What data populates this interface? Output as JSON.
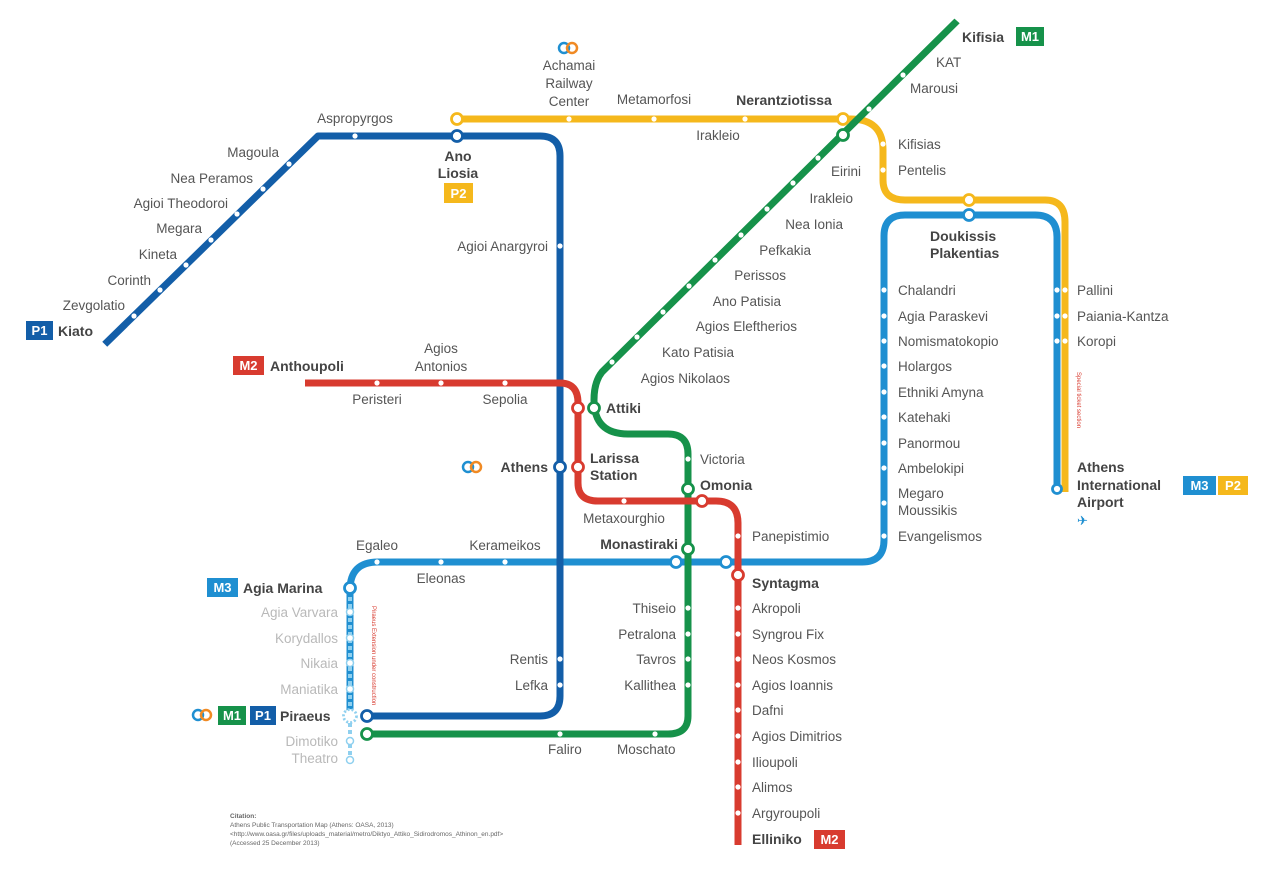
{
  "colors": {
    "m1_green": "#16924a",
    "m2_red": "#d83b2f",
    "m3_blue": "#1f8fd1",
    "p1_navy": "#135ea8",
    "yellow": "#f5b81c"
  },
  "badges": {
    "m1": "M1",
    "m2": "M2",
    "m3": "M3",
    "p1": "P1",
    "p2": "P2"
  },
  "icons": {
    "railway": "ose-railway-logo-icon",
    "airport": "airplane-icon"
  },
  "stations": {
    "kifisia": "Kifisia",
    "kat": "KAT",
    "marousi": "Marousi",
    "nerantziotissa": "Nerantziotissa",
    "irakleio_p": "Irakleio",
    "metamorfosi": "Metamorfosi",
    "achamai_1": "Achamai",
    "achamai_2": "Railway",
    "achamai_3": "Center",
    "aspropyrgos": "Aspropyrgos",
    "magoula": "Magoula",
    "nea_peramos": "Nea Peramos",
    "agioi_theodoroi": "Agioi Theodoroi",
    "megara": "Megara",
    "kineta": "Kineta",
    "corinth": "Corinth",
    "zevgolatio": "Zevgolatio",
    "kiato": "Kiato",
    "ano_liosia_1": "Ano",
    "ano_liosia_2": "Liosia",
    "agioi_anargyroi": "Agioi Anargyroi",
    "kifisias": "Kifisias",
    "pentelis": "Pentelis",
    "eirini": "Eirini",
    "irakleio": "Irakleio",
    "nea_ionia": "Nea Ionia",
    "pefkakia": "Pefkakia",
    "perissos": "Perissos",
    "ano_patisia": "Ano Patisia",
    "agios_eleftherios": "Agios Eleftherios",
    "kato_patisia": "Kato Patisia",
    "agios_nikolaos": "Agios Nikolaos",
    "attiki": "Attiki",
    "victoria": "Victoria",
    "omonia": "Omonia",
    "anthoupoli": "Anthoupoli",
    "agios_antonios_1": "Agios",
    "agios_antonios_2": "Antonios",
    "peristeri": "Peristeri",
    "sepolia": "Sepolia",
    "larissa_1": "Larissa",
    "larissa_2": "Station",
    "athens": "Athens",
    "metaxourghio": "Metaxourghio",
    "panepistimio": "Panepistimio",
    "doukissis_1": "Doukissis",
    "doukissis_2": "Plakentias",
    "chalandri": "Chalandri",
    "agia_paraskevi": "Agia Paraskevi",
    "nomismatokopio": "Nomismatokopio",
    "holargos": "Holargos",
    "ethniki_amyna": "Ethniki Amyna",
    "katehaki": "Katehaki",
    "panormou": "Panormou",
    "ambelokipi": "Ambelokipi",
    "megaro_1": "Megaro",
    "megaro_2": "Moussikis",
    "evangelismos": "Evangelismos",
    "pallini": "Pallini",
    "paiania": "Paiania-Kantza",
    "koropi": "Koropi",
    "airport_1": "Athens",
    "airport_2": "International",
    "airport_3": "Airport",
    "egaleo": "Egaleo",
    "kerameikos": "Kerameikos",
    "eleonas": "Eleonas",
    "monastiraki": "Monastiraki",
    "syntagma": "Syntagma",
    "agia_marina": "Agia Marina",
    "agia_varvara": "Agia Varvara",
    "korydallos": "Korydallos",
    "nikaia": "Nikaia",
    "maniatika": "Maniatika",
    "piraeus": "Piraeus",
    "dimotiko_1": "Dimotiko",
    "dimotiko_2": "Theatro",
    "thiseio": "Thiseio",
    "petralona": "Petralona",
    "tavros": "Tavros",
    "kallithea": "Kallithea",
    "rentis": "Rentis",
    "lefka": "Lefka",
    "faliro": "Faliro",
    "moschato": "Moschato",
    "akropoli": "Akropoli",
    "syngrou_fix": "Syngrou Fix",
    "neos_kosmos": "Neos Kosmos",
    "agios_ioannis": "Agios Ioannis",
    "dafni": "Dafni",
    "agios_dimitrios": "Agios Dimitrios",
    "ilioupoli": "Ilioupoli",
    "alimos": "Alimos",
    "argyroupoli": "Argyroupoli",
    "elliniko": "Elliniko"
  },
  "notes": {
    "airport_special": "Special ticket section",
    "piraeus_extension": "Piraeus Extension under construction"
  },
  "citation": {
    "line1": "Citation:",
    "line2": "Athens Public Transportation Map (Athens: OASA, 2013)",
    "line3": "<http://www.oasa.gr/files/uploads_material/metro/Diktyo_Attiko_Sidirodromos_Athinon_en.pdf>",
    "line4": "(Accessed 25 December 2013)"
  }
}
